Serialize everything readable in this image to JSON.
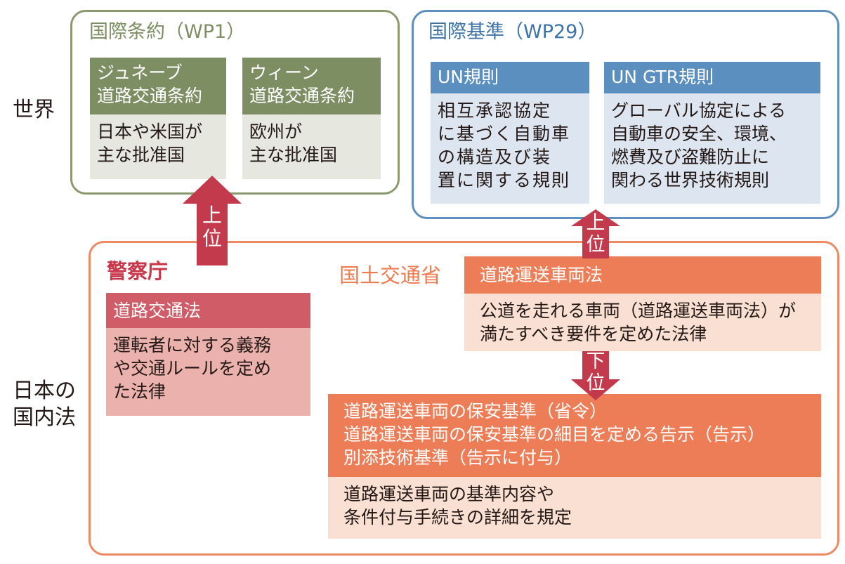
{
  "row_labels": {
    "world": "世界",
    "domestic": "日本の\n国内法"
  },
  "wp1": {
    "title": "国際条約（WP1）",
    "geneva": {
      "header": "ジュネーブ\n道路交通条約",
      "body": "日本や米国が\n主な批准国"
    },
    "vienna": {
      "header": "ウィーン\n道路交通条約",
      "body": "欧州が\n主な批准国"
    }
  },
  "wp29": {
    "title": "国際基準（WP29）",
    "un": {
      "header": "UN規則",
      "body": "相互承認協定\nに基づく自動車\nの構造及び装\n置に関する規則"
    },
    "gtr": {
      "header": "UN GTR規則",
      "body": "グローバル協定による\n自動車の安全、環境、\n燃費及び盗難防止に\n関わる世界技術規則"
    }
  },
  "police": {
    "title": "警察庁",
    "law_header": "道路交通法",
    "law_body": "運転者に対する義務\nや交通ルールを定め\nた法律"
  },
  "mlit": {
    "title": "国土交通省",
    "vehicle_law_header": "道路運送車両法",
    "vehicle_law_body": "公道を走れる車両（道路運送車両法）が\n満たすべき要件を定めた法律",
    "safety_header": "道路運送車両の保安基準（省令）\n道路運送車両の保安基準の細目を定める告示（告示）\n別添技術基準（告示に付与）",
    "safety_body": "道路運送車両の基準内容や\n条件付与手続きの詳細を規定"
  },
  "arrows": {
    "upper_left": "上\n位",
    "upper_right": "上\n位",
    "lower": "下\n位"
  },
  "colors": {
    "wp1_frame": "#8a9a6e",
    "wp1_header": "#7d8e63",
    "wp1_body": "#e6e7de",
    "wp29_frame": "#5f90bd",
    "wp29_header": "#5b8fbf",
    "wp29_body": "#dde6f0",
    "domestic_frame": "#ed8a63",
    "police_title": "#c9374a",
    "police_header": "#cf5c66",
    "police_body": "#ebb1ad",
    "mlit_title": "#ee7b4f",
    "mlit_header": "#ed7d56",
    "mlit_body": "#fae0d2",
    "arrow": "#c23a4c"
  }
}
